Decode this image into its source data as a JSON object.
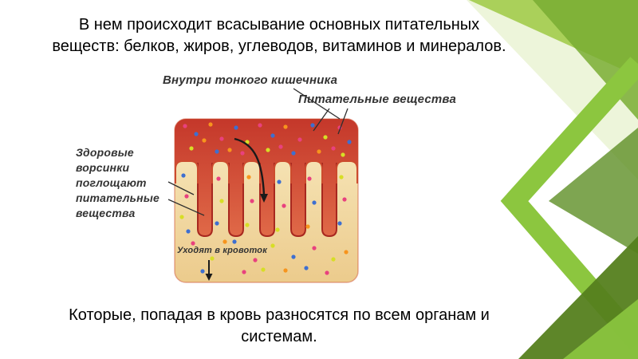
{
  "slide": {
    "top_text": {
      "line1": "В нем происходит всасывание основных питательных",
      "line2": "веществ: белков, жиров,  углеводов, витаминов и минералов."
    },
    "bottom_text": {
      "line1": "Которые, попадая в кровь разносятся по всем органам и",
      "line2": "системам."
    }
  },
  "diagram": {
    "labels": {
      "inside": "Внутри тонкого кишечника",
      "nutrients": "Питательные вещества",
      "villi": "Здоровые ворсинки поглощают питательные вещества",
      "bloodstream": "Уходят в кровоток"
    },
    "colors": {
      "lumen_dark": "#C4372A",
      "lumen_light": "#E06A48",
      "channel_outline": "#A8281F",
      "villi_outline": "#CC4B2E",
      "cream_top": "#F6E4B6",
      "cream_bottom": "#ECCB8C",
      "arrow": "#1A1A1A",
      "dot_palette": [
        "#E8417E",
        "#3E6FD0",
        "#D7DE26",
        "#F7941D",
        "#2BB673"
      ]
    },
    "dots": [
      [
        14,
        10,
        0
      ],
      [
        28,
        20,
        1
      ],
      [
        46,
        8,
        3
      ],
      [
        60,
        26,
        0
      ],
      [
        78,
        12,
        1
      ],
      [
        92,
        30,
        2
      ],
      [
        108,
        9,
        0
      ],
      [
        124,
        22,
        1
      ],
      [
        140,
        11,
        3
      ],
      [
        158,
        27,
        0
      ],
      [
        174,
        9,
        1
      ],
      [
        190,
        24,
        2
      ],
      [
        208,
        12,
        0
      ],
      [
        220,
        30,
        1
      ],
      [
        22,
        38,
        2
      ],
      [
        54,
        42,
        1
      ],
      [
        86,
        44,
        0
      ],
      [
        118,
        40,
        2
      ],
      [
        150,
        44,
        1
      ],
      [
        182,
        42,
        3
      ],
      [
        212,
        46,
        2
      ],
      [
        38,
        28,
        3
      ],
      [
        70,
        40,
        3
      ],
      [
        134,
        36,
        0
      ],
      [
        200,
        38,
        0
      ],
      [
        12,
        72,
        1
      ],
      [
        16,
        98,
        0
      ],
      [
        10,
        124,
        2
      ],
      [
        18,
        142,
        1
      ],
      [
        56,
        76,
        0
      ],
      [
        60,
        104,
        2
      ],
      [
        54,
        132,
        1
      ],
      [
        94,
        74,
        3
      ],
      [
        98,
        104,
        0
      ],
      [
        92,
        134,
        2
      ],
      [
        132,
        80,
        1
      ],
      [
        138,
        110,
        0
      ],
      [
        130,
        140,
        2
      ],
      [
        170,
        76,
        0
      ],
      [
        176,
        106,
        1
      ],
      [
        168,
        136,
        3
      ],
      [
        210,
        74,
        2
      ],
      [
        214,
        102,
        0
      ],
      [
        208,
        132,
        1
      ],
      [
        24,
        157,
        0
      ],
      [
        48,
        176,
        2
      ],
      [
        76,
        155,
        1
      ],
      [
        102,
        178,
        0
      ],
      [
        124,
        160,
        2
      ],
      [
        150,
        174,
        1
      ],
      [
        176,
        163,
        0
      ],
      [
        200,
        177,
        2
      ],
      [
        36,
        192,
        1
      ],
      [
        64,
        155,
        3
      ],
      [
        88,
        193,
        0
      ],
      [
        112,
        190,
        2
      ],
      [
        140,
        191,
        3
      ],
      [
        166,
        188,
        1
      ],
      [
        192,
        194,
        0
      ],
      [
        216,
        168,
        3
      ]
    ]
  },
  "decoration": {
    "greens": {
      "g1": "#A6CE53",
      "g2": "#79AD33",
      "g3": "#8CC63F",
      "g4": "#5E8F26",
      "g5": "#55801E",
      "g6": "#DFECBB"
    }
  }
}
